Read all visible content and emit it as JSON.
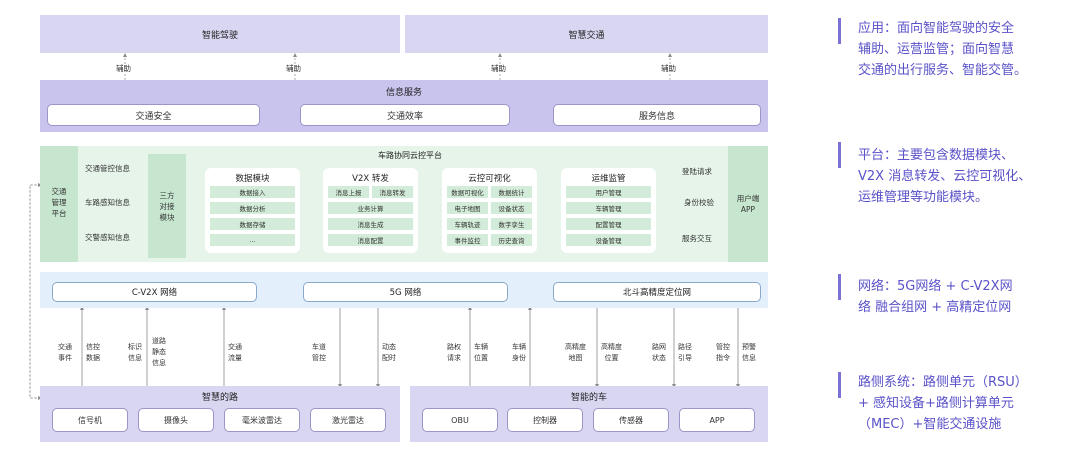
{
  "top": {
    "left_title": "智能驾驶",
    "right_title": "智慧交通",
    "assist_labels": [
      "辅助",
      "辅助",
      "辅助",
      "辅助"
    ]
  },
  "info_service": {
    "title": "信息服务",
    "items": [
      "交通安全",
      "交通效率",
      "服务信息"
    ]
  },
  "platform": {
    "title": "车路协同云控平台",
    "left_box": "交通\n管理\n平台",
    "left_labels": [
      "交通管控信息",
      "车路感知信息",
      "交警感知信息"
    ],
    "third_party": "三方\n对接\n模块",
    "right_box": "用户端\nAPP",
    "right_labels": [
      "登陆请求",
      "身份校验",
      "服务交互"
    ],
    "modules": [
      {
        "title": "数据模块",
        "cells": [
          [
            "数据接入"
          ],
          [
            "数据分析"
          ],
          [
            "数据存储"
          ],
          [
            "..."
          ]
        ]
      },
      {
        "title": "V2X 转发",
        "cells": [
          [
            "消息上报",
            "消息转发"
          ],
          [
            "业务计算"
          ],
          [
            "消息生成"
          ],
          [
            "消息配置"
          ]
        ]
      },
      {
        "title": "云控可视化",
        "cells": [
          [
            "数据可视化",
            "数据统计"
          ],
          [
            "电子地图",
            "设备状态"
          ],
          [
            "车辆轨迹",
            "数字孪生"
          ],
          [
            "事件监控",
            "历史查询"
          ]
        ]
      },
      {
        "title": "运维监管",
        "cells": [
          [
            "用户管理"
          ],
          [
            "车辆管理"
          ],
          [
            "配置管理"
          ],
          [
            "设备管理"
          ]
        ]
      }
    ]
  },
  "network": {
    "items": [
      "C-V2X 网络",
      "5G 网络",
      "北斗高精度定位网"
    ]
  },
  "flows": {
    "road_up": [
      "交通\n事件",
      "信控\n数据",
      "标识\n信息",
      "道路\n静态\n信息",
      "交通\n流量"
    ],
    "road_down": [
      "车道\n管控",
      "动态\n配时"
    ],
    "car_up": [
      "路权\n请求",
      "车辆\n位置",
      "车辆\n身份",
      "高精度\n地图",
      "高精度\n位置",
      "路网\n状态",
      "路径\n引导",
      "管控\n指令",
      "预警\n信息"
    ]
  },
  "road": {
    "title": "智慧的路",
    "devices": [
      "信号机",
      "摄像头",
      "毫米波雷达",
      "激光雷达"
    ]
  },
  "car": {
    "title": "智能的车",
    "devices": [
      "OBU",
      "控制器",
      "传感器",
      "APP"
    ]
  },
  "side_notes": [
    "应用：面向智能驾驶的安全\n辅助、运营监管；面向智慧\n交通的出行服务、智能交管。",
    "平台：主要包含数据模块、\nV2X 消息转发、云控可视化、\n运维管理等功能模块。",
    "网络：5G网络 + C-V2X网\n络 融合组网 + 高精定位网",
    "路侧系统：路侧单元（RSU）\n+ 感知设备+路侧计算单元\n（MEC）+智能交通设施"
  ],
  "colors": {
    "lavender": "#d9d6f2",
    "green": "#c7e6cf",
    "blue": "#e3f0fb",
    "accent": "#5a52c8"
  }
}
